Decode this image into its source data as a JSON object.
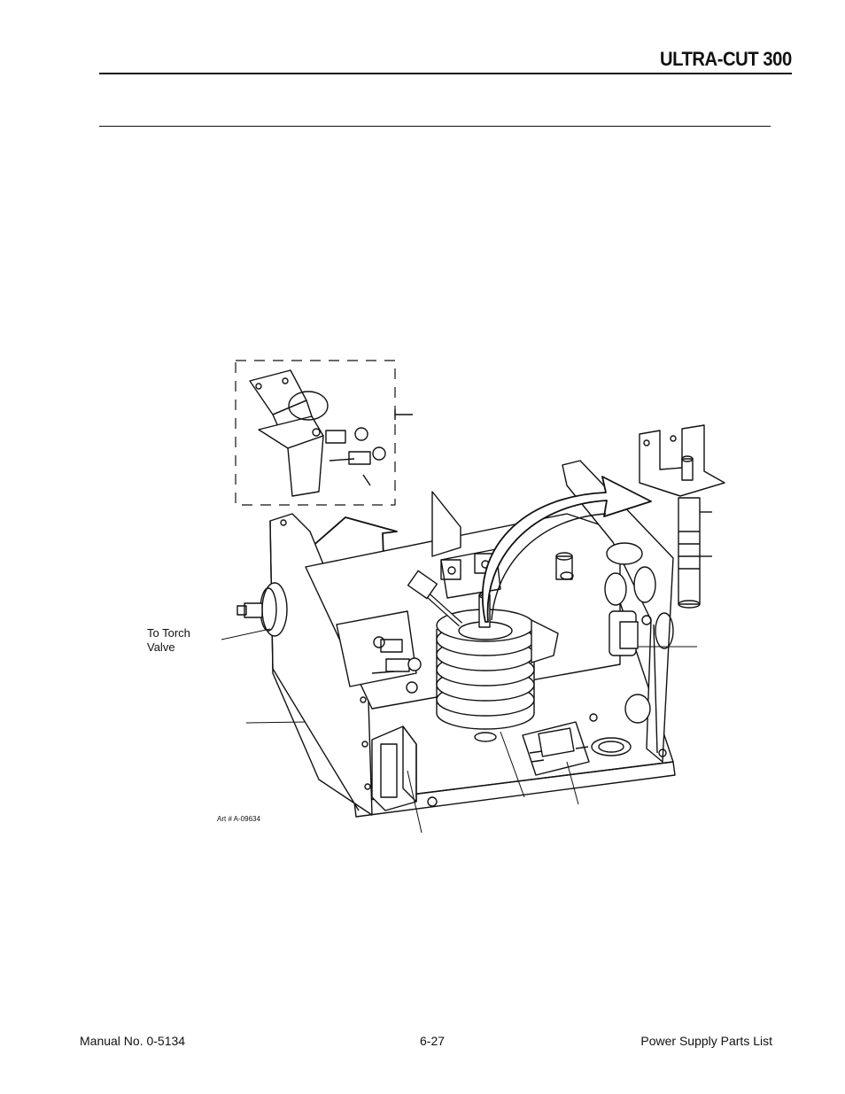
{
  "header": {
    "brand": "ULTRA-CUT 300"
  },
  "figure": {
    "callout_torch_line1": "To Torch",
    "callout_torch_line2": "Valve",
    "art_number": "Art # A-09634"
  },
  "footer": {
    "manual": "Manual No. 0-5134",
    "page": "6-27",
    "section": "Power Supply Parts List"
  }
}
